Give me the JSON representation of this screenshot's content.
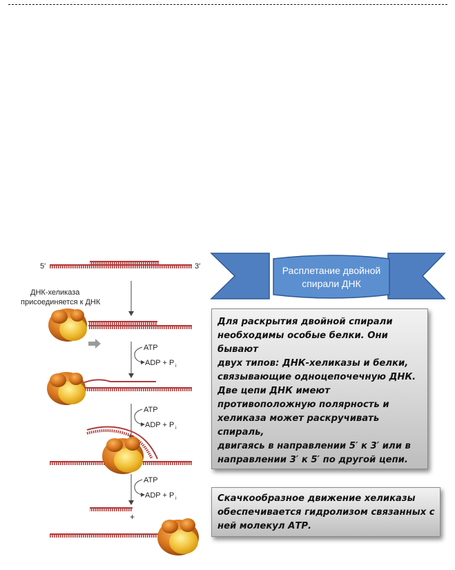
{
  "banner": {
    "title": "Расплетание двойной\nспирали  ДНК"
  },
  "figure": {
    "end5": "5′",
    "end3": "3′",
    "helicase_label": "ДНК-хеликаза\nприсоединяется к ДНК",
    "atp": "ATP",
    "adp": "ADP + P",
    "adp_sub": "i",
    "plus": "+"
  },
  "box1": {
    "text": "Для раскрытия двойной спирали\nнеобходимы особые белки. Они бывают\nдвух типов: ДНК-хеликазы и белки,\nсвязывающие одноцепочечную ДНК.\nДве цепи ДНК имеют\nпротивоположную полярность и\nхеликаза может раскручивать спираль,\nдвигаясь в направлении 5′ к 3′ или в\nнаправлении 3′ к 5′  по другой цепи."
  },
  "box2": {
    "text": "Скачкообразное движение хеликазы\nобеспечивается гидролизом связанных с\nней молекул АТР."
  },
  "colors": {
    "dna": "#b03a3a",
    "banner": "#4f7fc0",
    "banner_stroke": "#2f5a96"
  }
}
